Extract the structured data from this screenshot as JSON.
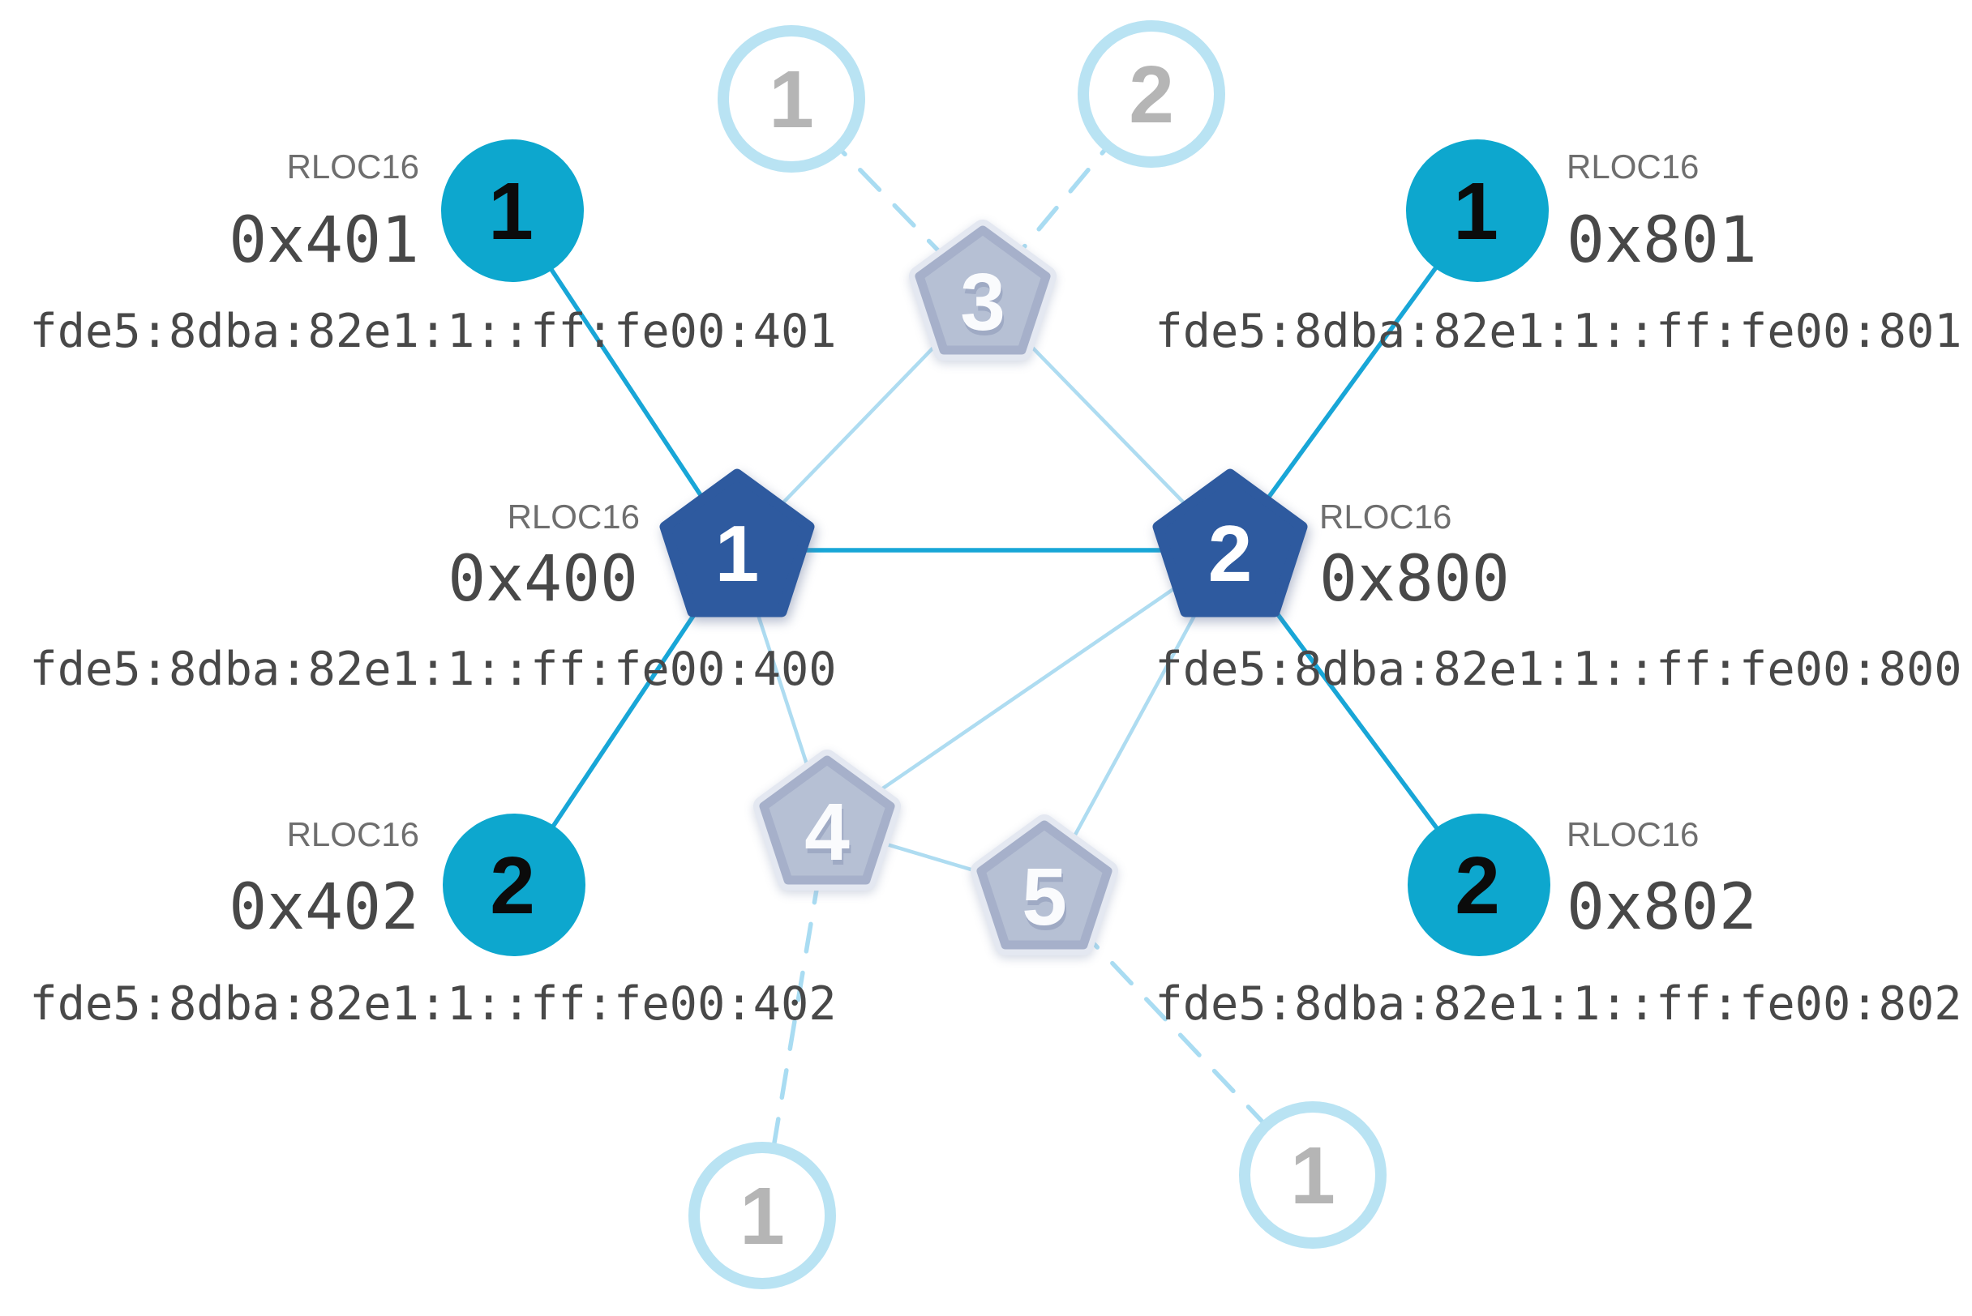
{
  "labels": {
    "rloc16": "RLOC16"
  },
  "routers": [
    {
      "id": "router-1",
      "number": "1",
      "rloc16": "0x400",
      "ipv6": "fde5:8dba:82e1:1::ff:fe00:400"
    },
    {
      "id": "router-2",
      "number": "2",
      "rloc16": "0x800",
      "ipv6": "fde5:8dba:82e1:1::ff:fe00:800"
    }
  ],
  "children": [
    {
      "id": "child-401",
      "number": "1",
      "rloc16": "0x401",
      "ipv6": "fde5:8dba:82e1:1::ff:fe00:401"
    },
    {
      "id": "child-402",
      "number": "2",
      "rloc16": "0x402",
      "ipv6": "fde5:8dba:82e1:1::ff:fe00:402"
    },
    {
      "id": "child-801",
      "number": "1",
      "rloc16": "0x801",
      "ipv6": "fde5:8dba:82e1:1::ff:fe00:801"
    },
    {
      "id": "child-802",
      "number": "2",
      "rloc16": "0x802",
      "ipv6": "fde5:8dba:82e1:1::ff:fe00:802"
    }
  ],
  "inactive_routers": [
    {
      "id": "router-3",
      "number": "3"
    },
    {
      "id": "router-4",
      "number": "4"
    },
    {
      "id": "router-5",
      "number": "5"
    }
  ],
  "inactive_children": [
    {
      "id": "ghost-top-1",
      "number": "1"
    },
    {
      "id": "ghost-top-2",
      "number": "2"
    },
    {
      "id": "ghost-bottom-left",
      "number": "1"
    },
    {
      "id": "ghost-bottom-right",
      "number": "1"
    }
  ],
  "links": {
    "active": [
      "router-1 - router-2",
      "router-1 - child-401",
      "router-1 - child-402",
      "router-2 - child-801",
      "router-2 - child-802"
    ],
    "mesh": [
      "router-1 - router-3",
      "router-2 - router-3",
      "router-1 - router-4",
      "router-2 - router-4",
      "router-2 - router-5",
      "router-4 - router-5"
    ],
    "stale": [
      "ghost-top-1 - router-3",
      "ghost-top-2 - router-3",
      "router-4 - ghost-bottom-left",
      "router-5 - ghost-bottom-right"
    ]
  },
  "colors": {
    "child_teal": "#0da7ce",
    "router_blue": "#2e5a9f",
    "inactive_pentagon": "#b6c0d4",
    "inactive_ring": "#b9e3f3",
    "active_link": "#18a6d7",
    "mesh_link": "#aedcf1",
    "stale_link": "#a9dcf2",
    "rloc_label_text": "#6e6e6e",
    "address_text": "#484848",
    "inactive_number": "#b5b5b5"
  }
}
